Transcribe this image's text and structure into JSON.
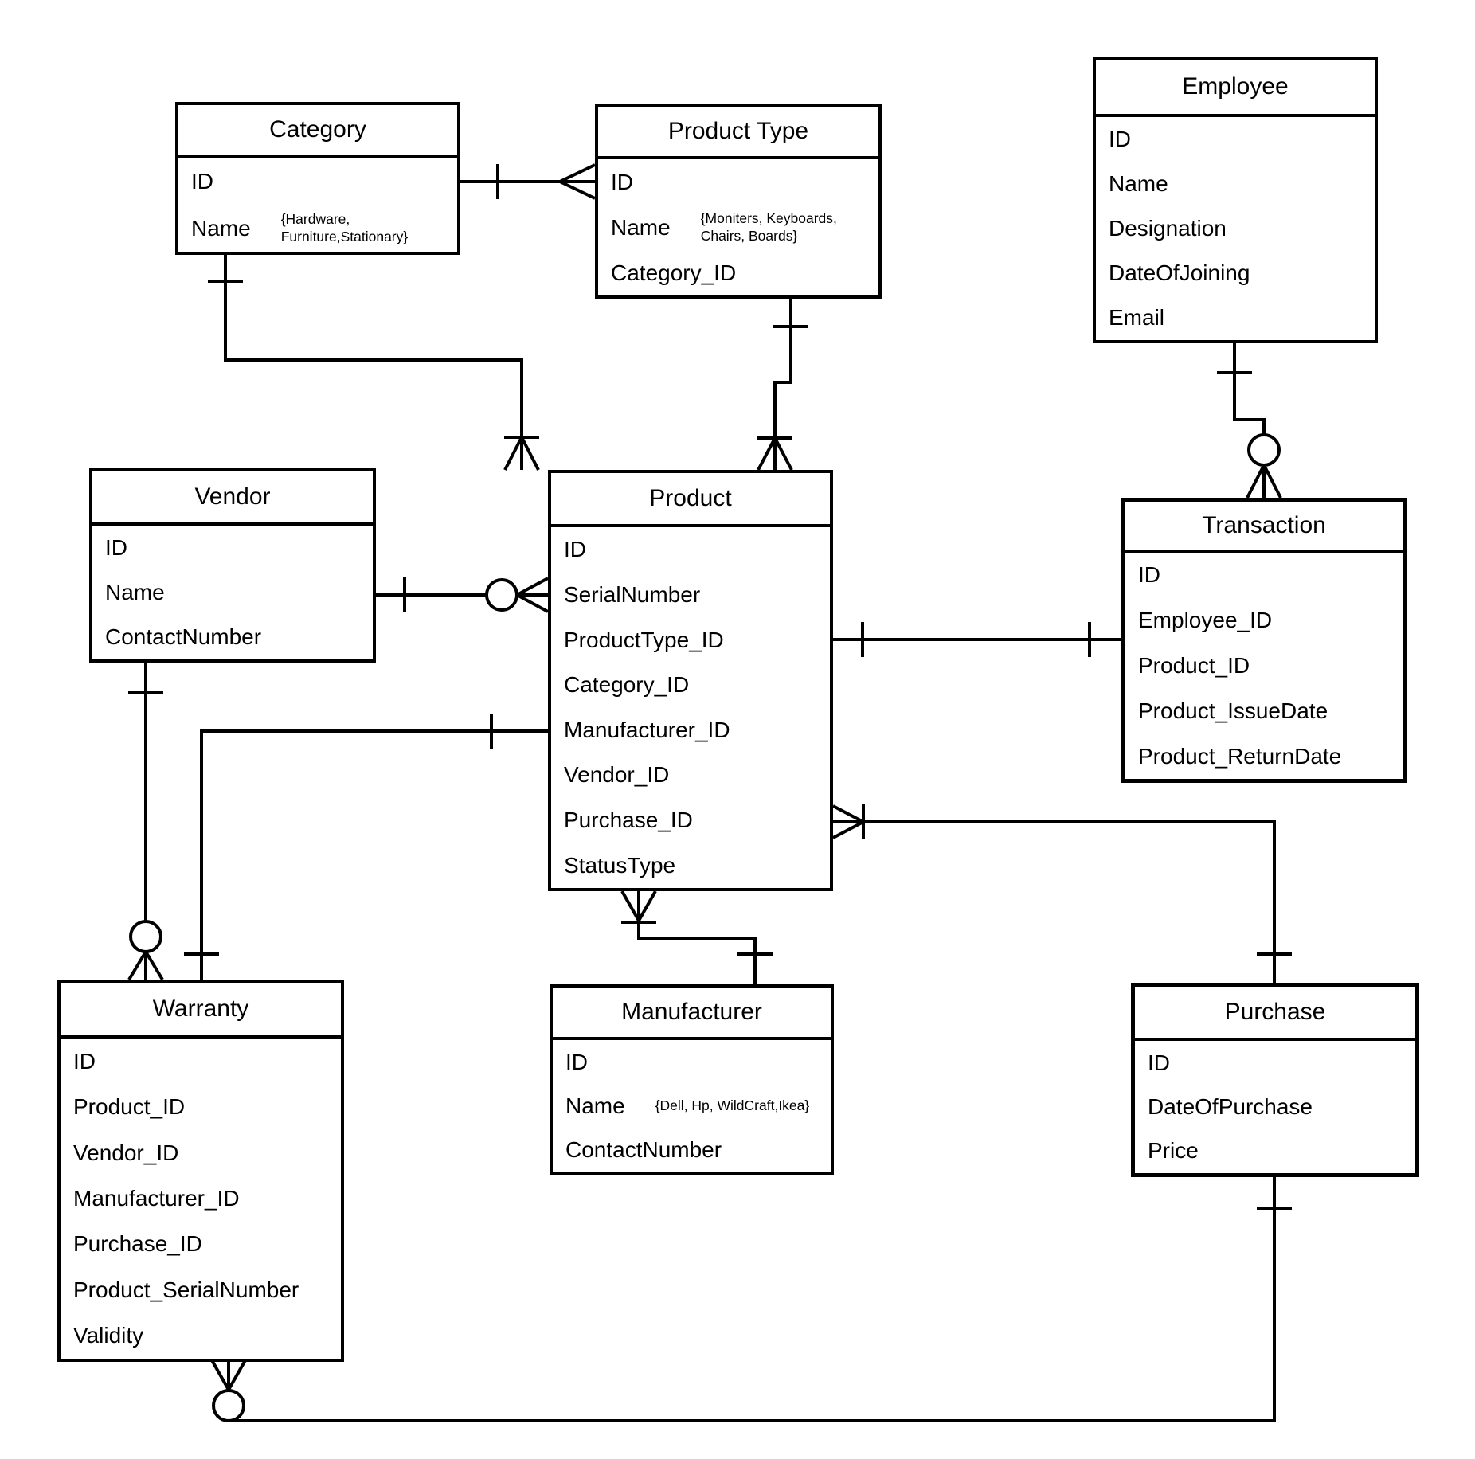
{
  "diagram": {
    "type": "entity-relationship-diagram",
    "notation": "crow-foot",
    "colors": {
      "background": "#ffffff",
      "line": "#000000",
      "text": "#000000"
    }
  },
  "entities": [
    {
      "id": "category",
      "title": "Category",
      "attributes": [
        {
          "name": "ID",
          "note": ""
        },
        {
          "name": "Name",
          "note": "{Hardware,\nFurniture,Stationary}"
        }
      ]
    },
    {
      "id": "product-type",
      "title": "Product Type",
      "attributes": [
        {
          "name": "ID",
          "note": ""
        },
        {
          "name": "Name",
          "note": "{Moniters, Keyboards,\nChairs, Boards}"
        },
        {
          "name": "Category_ID",
          "note": ""
        }
      ]
    },
    {
      "id": "employee",
      "title": "Employee",
      "attributes": [
        {
          "name": "ID",
          "note": ""
        },
        {
          "name": "Name",
          "note": ""
        },
        {
          "name": "Designation",
          "note": ""
        },
        {
          "name": "DateOfJoining",
          "note": ""
        },
        {
          "name": "Email",
          "note": ""
        }
      ]
    },
    {
      "id": "vendor",
      "title": "Vendor",
      "attributes": [
        {
          "name": "ID",
          "note": ""
        },
        {
          "name": "Name",
          "note": ""
        },
        {
          "name": "ContactNumber",
          "note": ""
        }
      ]
    },
    {
      "id": "product",
      "title": "Product",
      "attributes": [
        {
          "name": "ID",
          "note": ""
        },
        {
          "name": "SerialNumber",
          "note": ""
        },
        {
          "name": "ProductType_ID",
          "note": ""
        },
        {
          "name": "Category_ID",
          "note": ""
        },
        {
          "name": "Manufacturer_ID",
          "note": ""
        },
        {
          "name": "Vendor_ID",
          "note": ""
        },
        {
          "name": "Purchase_ID",
          "note": ""
        },
        {
          "name": "StatusType",
          "note": ""
        }
      ]
    },
    {
      "id": "transaction",
      "title": "Transaction",
      "attributes": [
        {
          "name": "ID",
          "note": ""
        },
        {
          "name": "Employee_ID",
          "note": ""
        },
        {
          "name": "Product_ID",
          "note": ""
        },
        {
          "name": "Product_IssueDate",
          "note": ""
        },
        {
          "name": "Product_ReturnDate",
          "note": ""
        }
      ]
    },
    {
      "id": "warranty",
      "title": "Warranty",
      "attributes": [
        {
          "name": "ID",
          "note": ""
        },
        {
          "name": "Product_ID",
          "note": ""
        },
        {
          "name": "Vendor_ID",
          "note": ""
        },
        {
          "name": "Manufacturer_ID",
          "note": ""
        },
        {
          "name": "Purchase_ID",
          "note": ""
        },
        {
          "name": "Product_SerialNumber",
          "note": ""
        },
        {
          "name": "Validity",
          "note": ""
        }
      ]
    },
    {
      "id": "manufacturer",
      "title": "Manufacturer",
      "attributes": [
        {
          "name": "ID",
          "note": ""
        },
        {
          "name": "Name",
          "note": "{Dell, Hp, WildCraft,Ikea}"
        },
        {
          "name": "ContactNumber",
          "note": ""
        }
      ]
    },
    {
      "id": "purchase",
      "title": "Purchase",
      "attributes": [
        {
          "name": "ID",
          "note": ""
        },
        {
          "name": "DateOfPurchase",
          "note": ""
        },
        {
          "name": "Price",
          "note": ""
        }
      ]
    }
  ],
  "relationships": [
    {
      "from": "Category",
      "to": "Product Type",
      "from_cardinality": "one",
      "to_cardinality": "many"
    },
    {
      "from": "Category",
      "to": "Product",
      "from_cardinality": "one",
      "to_cardinality": "one-or-many"
    },
    {
      "from": "Product Type",
      "to": "Product",
      "from_cardinality": "one",
      "to_cardinality": "one-or-many"
    },
    {
      "from": "Employee",
      "to": "Transaction",
      "from_cardinality": "one",
      "to_cardinality": "zero-or-many"
    },
    {
      "from": "Vendor",
      "to": "Product",
      "from_cardinality": "one",
      "to_cardinality": "zero-or-many"
    },
    {
      "from": "Product",
      "to": "Transaction",
      "from_cardinality": "one",
      "to_cardinality": "one"
    },
    {
      "from": "Product",
      "to": "Warranty",
      "from_cardinality": "one",
      "to_cardinality": "one"
    },
    {
      "from": "Vendor",
      "to": "Warranty",
      "from_cardinality": "one",
      "to_cardinality": "zero-or-many"
    },
    {
      "from": "Product",
      "to": "Manufacturer",
      "from_cardinality": "one-or-many",
      "to_cardinality": "one"
    },
    {
      "from": "Product",
      "to": "Purchase",
      "from_cardinality": "one-or-many",
      "to_cardinality": "one"
    },
    {
      "from": "Warranty",
      "to": "Purchase",
      "from_cardinality": "zero-or-many",
      "to_cardinality": "one"
    }
  ]
}
